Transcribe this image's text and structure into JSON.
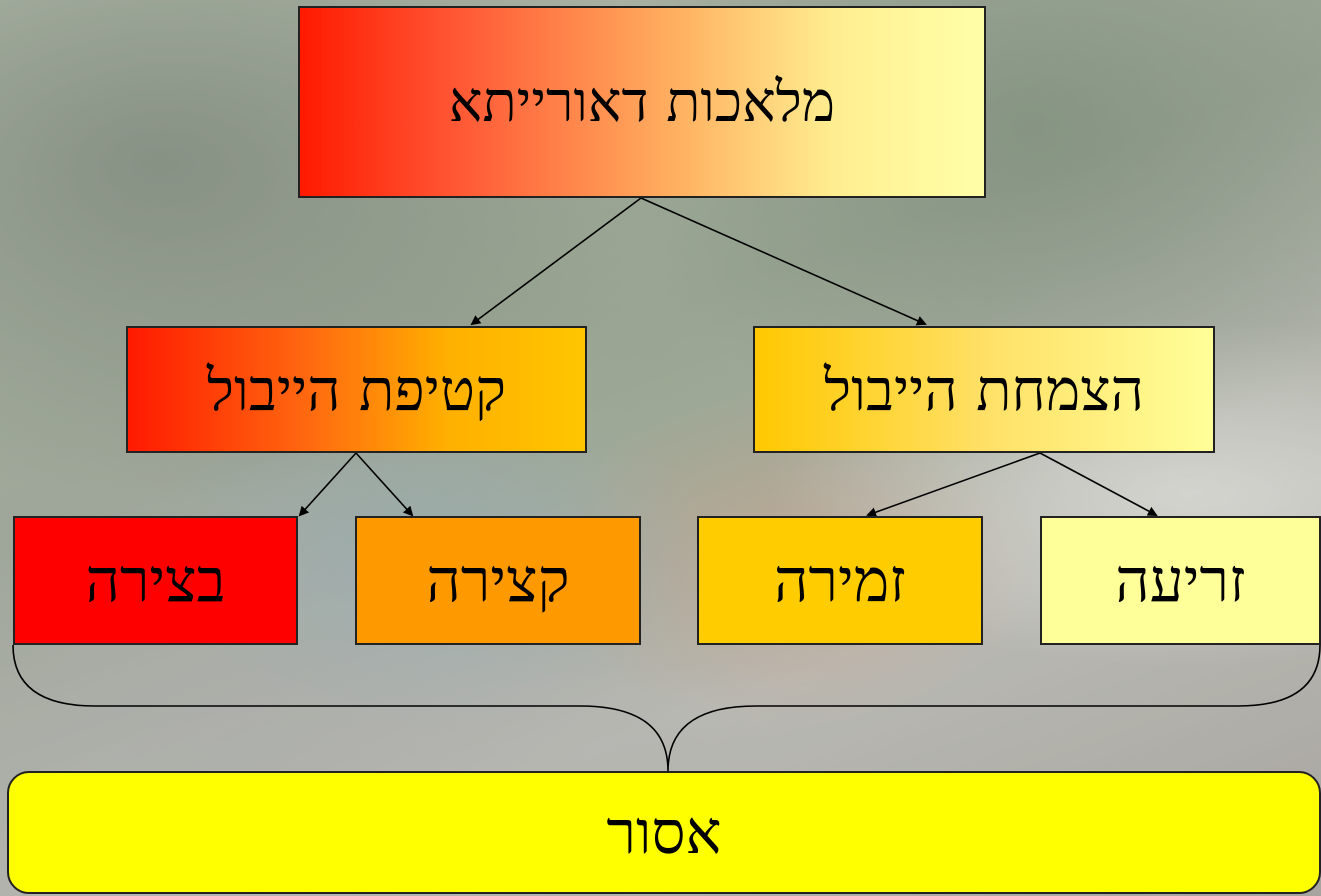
{
  "diagram": {
    "root": "מלאכות דאורייתא",
    "branches": [
      {
        "label": "קטיפת הייבול",
        "children": [
          "בצירה",
          "קצירה"
        ]
      },
      {
        "label": "הצמחת הייבול",
        "children": [
          "זמירה",
          "זריעה"
        ]
      }
    ],
    "result": "אסור"
  },
  "colors": {
    "root_gradient": [
      "#ff1a00",
      "#ffffa8"
    ],
    "leaf_1": "#ff0000",
    "leaf_2": "#ff9900",
    "leaf_3": "#ffcc00",
    "leaf_4": "#ffff99",
    "result": "#ffff00"
  }
}
